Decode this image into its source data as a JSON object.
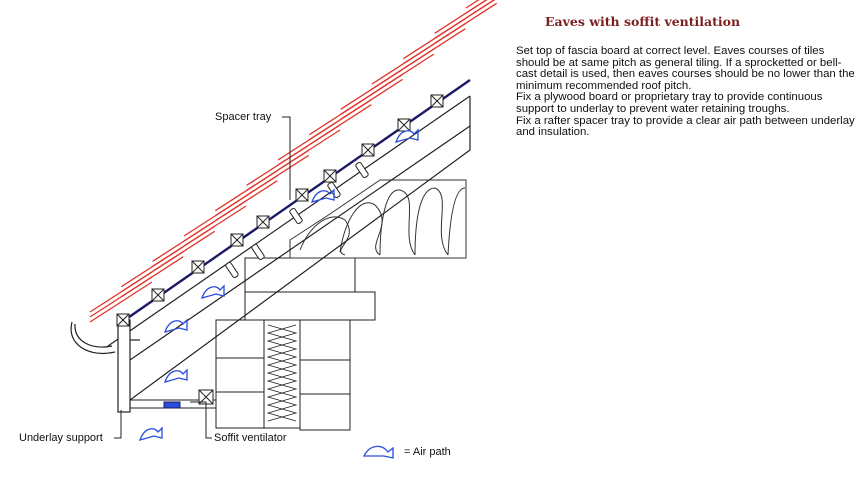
{
  "title": "Eaves with soffit ventilation",
  "paragraphs": [
    "Set top of fascia board at correct level. Eaves courses of tiles should be at same pitch as general tiling.  If a sprocketted or bell-cast detail is used, then eaves courses should be no lower than the minimum recommended roof pitch.",
    "Fix a plywood board or proprietary tray to provide continuous support to underlay to prevent water retaining troughs.",
    "Fix a rafter spacer tray to provide a clear air path between underlay and insulation."
  ],
  "labels": {
    "spacer_tray": "Spacer tray",
    "underlay_support": "Underlay support",
    "soffit_ventilator": "Soffit ventilator",
    "air_path_legend": "= Air path"
  },
  "colors": {
    "tile": "#e0352b",
    "underlay": "#1a1a66",
    "air_arrow": "#2a4fd8",
    "line": "#222222",
    "title": "#7a1e1e"
  }
}
